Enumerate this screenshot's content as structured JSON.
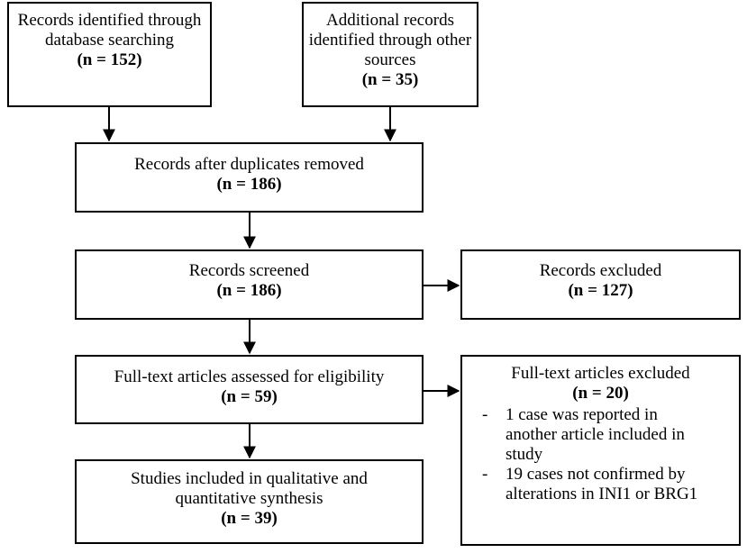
{
  "identification": {
    "database": {
      "text": "Records identified through database searching",
      "count": "(n = 152)"
    },
    "other": {
      "text": "Additional records identified through other sources",
      "count": "(n = 35)"
    }
  },
  "duplicates_removed": {
    "text": "Records after duplicates removed",
    "count": "(n = 186)"
  },
  "screened": {
    "text": "Records screened",
    "count": "(n = 186)"
  },
  "excluded": {
    "text": "Records excluded",
    "count": "(n = 127)"
  },
  "eligibility": {
    "text": "Full-text articles assessed for eligibility",
    "count": "(n = 59)"
  },
  "fulltext_excluded": {
    "text": "Full-text articles excluded",
    "count": "(n = 20)",
    "reasons": [
      "1 case was reported in another article included in study",
      "19 cases not confirmed by alterations in INI1 or BRG1"
    ]
  },
  "included": {
    "text": "Studies included in qualitative and quantitative synthesis",
    "count": "(n = 39)"
  }
}
